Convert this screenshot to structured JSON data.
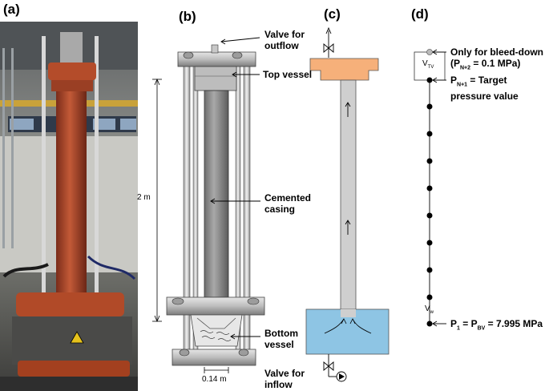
{
  "panels": {
    "a": "(a)",
    "b": "(b)",
    "c": "(c)",
    "d": "(d)"
  },
  "panel_b": {
    "valve_outflow_line1": "Valve for",
    "valve_outflow_line2": "outflow",
    "top_vessel": "Top vessel",
    "height_label": "2 m",
    "casing_line1": "Cemented",
    "casing_line2": "casing",
    "bottom_line1": "Bottom",
    "bottom_line2": "vessel",
    "inflow_line1": "Valve for",
    "inflow_line2": "inflow",
    "width_label": "0.14 m"
  },
  "panel_d": {
    "bleed_line1": "Only for bleed-down",
    "bleed_p": "(P",
    "bleed_sub": "N+2",
    "bleed_rest": " = 0.1 MPa)",
    "target_p": "P",
    "target_sub": "N+1",
    "target_rest": " = Target",
    "target_line2": "pressure value",
    "v_tv": "V",
    "v_tv_sub": "TV",
    "v_w": "V",
    "v_w_sub": "w",
    "p1": "P",
    "p1_sub": "1",
    "p1_mid": " = P",
    "p1_sub2": "BV",
    "p1_rest": " = 7.995 MPa"
  },
  "colors": {
    "top_vessel_c": "#f6b07a",
    "bottom_vessel_c": "#8ec5e4",
    "casing_c": "#cfcfcf",
    "photo_bg": "#6b6b66",
    "photo_column": "#b5502f"
  }
}
